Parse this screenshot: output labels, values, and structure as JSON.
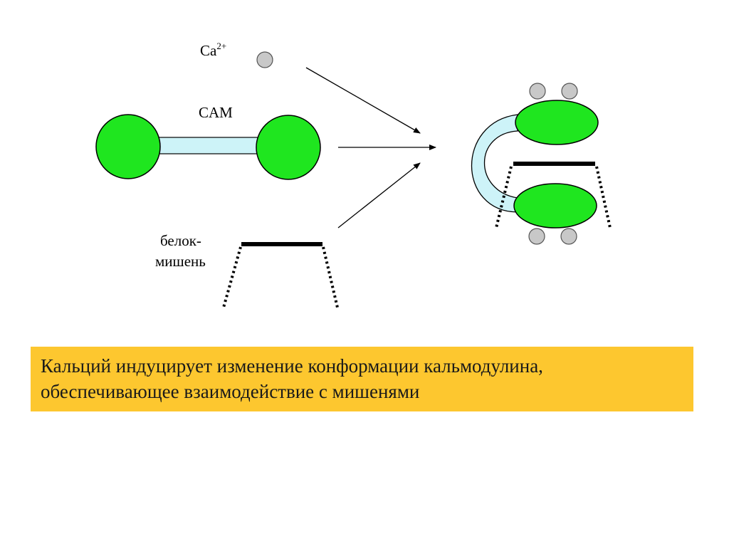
{
  "labels": {
    "calcium": "Ca",
    "calcium_charge": "2+",
    "calmodulin": "CAM",
    "target_line1": "белок-",
    "target_line2": "мишень"
  },
  "caption": {
    "line1": "Кальций индуцирует изменение конформации кальмодулина,",
    "line2": "обеспечивающее взаимодействие с мишенями"
  },
  "colors": {
    "domain_fill": "#1fe61f",
    "linker_fill": "#cdf3f8",
    "ion_fill": "#c8c8c8",
    "caption_bg": "#fdc72f"
  }
}
